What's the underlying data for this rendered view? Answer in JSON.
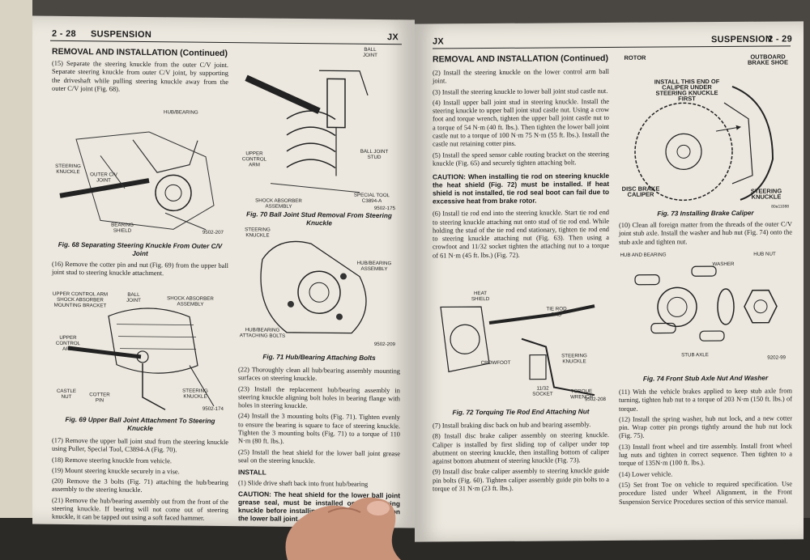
{
  "left_page": {
    "header_page": "2 - 28",
    "header_section": "SUSPENSION",
    "header_model": "JX",
    "section_title": "REMOVAL AND INSTALLATION (Continued)",
    "col1_paragraphs": [
      "(15) Separate the steering knuckle from the outer C/V joint. Separate steering knuckle from outer C/V joint, by supporting the driveshaft while pulling steering knuckle away from the outer C/V joint (Fig. 68).",
      "(16) Remove the cotter pin and nut (Fig. 69) from the upper ball joint stud to steering knuckle attachment.",
      "(17) Remove the upper ball joint stud from the steering knuckle using Puller, Special Tool, C3894-A (Fig. 70).",
      "(18) Remove steering knuckle from vehicle.",
      "(19) Mount steering knuckle securely in a vise.",
      "(20) Remove the 3 bolts (Fig. 71) attaching the hub/bearing assembly to the steering knuckle.",
      "(21) Remove the hub/bearing assembly out from the front of the steering knuckle. If bearing will not come out of steering knuckle, it can be tapped out using a soft faced hammer."
    ],
    "col2_paragraphs": [
      "(22) Thoroughly clean all hub/bearing assembly mounting surfaces on steering knuckle.",
      "(23) Install the replacement hub/bearing assembly in steering knuckle aligning bolt holes in bearing flange with holes in steering knuckle.",
      "(24) Install the 3 mounting bolts (Fig. 71). Tighten evenly to ensure the bearing is square to face of steering knuckle. Tighten the 3 mounting bolts (Fig. 71) to a torque of 110 N·m (80 ft. lbs.).",
      "(25) Install the heat shield for the lower ball joint grease seal on the steering knuckle."
    ],
    "install_heading": "INSTALL",
    "install_paragraph": "(1) Slide drive shaft back into front hub/bearing",
    "caution_partial": "CAUTION: The heat shield for the lower ball joint grease seal, must be installed on the steering knuckle before installing the steering knuckle on the lower ball joint.",
    "fig68": {
      "caption": "Fig. 68 Separating Steering Knuckle From Outer C/V Joint",
      "code": "9502-207",
      "labels": [
        "HUB/BEARING",
        "STEERING KNUCKLE",
        "OUTER C/V JOINT",
        "BEARING SHIELD"
      ]
    },
    "fig69": {
      "caption": "Fig. 69 Upper Ball Joint Attachment To Steering Knuckle",
      "code": "9502-174",
      "labels": [
        "UPPER CONTROL ARM SHOCK ABSORBER MOUNTING BRACKET",
        "BALL JOINT",
        "SHOCK ABSORBER ASSEMBLY",
        "UPPER CONTROL ARM",
        "CASTLE NUT",
        "COTTER PIN",
        "STEERING KNUCKLE"
      ]
    },
    "fig70": {
      "caption": "Fig. 70 Ball Joint Stud Removal From Steering Knuckle",
      "code": "9502-175",
      "labels": [
        "BALL JOINT",
        "UPPER CONTROL ARM",
        "BALL JOINT STUD",
        "SPECIAL TOOL C3894-A",
        "SHOCK ABSORBER ASSEMBLY"
      ]
    },
    "fig71": {
      "caption": "Fig. 71 Hub/Bearing Attaching Bolts",
      "code": "9502-209",
      "labels": [
        "STEERING KNUCKLE",
        "HUB/BEARING ASSEMBLY",
        "HUB/BEARING ATTACHING BOLTS"
      ]
    }
  },
  "right_page": {
    "header_model": "JX",
    "header_section": "SUSPENSION",
    "header_page": "2 - 29",
    "section_title": "REMOVAL AND INSTALLATION (Continued)",
    "col1_paragraphs_a": [
      "(2) Install the steering knuckle on the lower control arm ball joint.",
      "(3) Install the steering knuckle to lower ball joint stud castle nut.",
      "(4) Install upper ball joint stud in steering knuckle. Install the steering knuckle to upper ball joint stud castle nut. Using a crow foot and torque wrench, tighten the upper ball joint castle nut to a torque of 54 N·m (40 ft. lbs.). Then tighten the lower ball joint castle nut to a torque of 100 N·m 75 N·m (55 ft. lbs.). Install the castle nut retaining cotter pins.",
      "(5) Install the speed sensor cable routing bracket on the steering knuckle (Fig. 65) and securely tighten attaching bolt."
    ],
    "caution": "CAUTION: When installing tie rod on steering knuckle the heat shield (Fig. 72) must be installed. If heat shield is not installed, tie rod seal boot can fail due to excessive heat from brake rotor.",
    "col1_paragraphs_b": [
      "(6) Install tie rod end into the steering knuckle. Start tie rod end to steering knuckle attaching nut onto stud of tie rod end. While holding the stud of the tie rod end stationary, tighten tie rod end to steering knuckle attaching nut (Fig. 63). Then using a crowfoot and 11/32 socket tighten the attaching nut to a torque of 61 N·m (45 ft. lbs.) (Fig. 72)."
    ],
    "col1_paragraphs_c": [
      "(7) Install braking disc back on hub and bearing assembly.",
      "(8) Install disc brake caliper assembly on steering knuckle. Caliper is installed by first sliding top of caliper under top abutment on steering knuckle, then installing bottom of caliper against bottom abutment of steering knuckle (Fig. 73).",
      "(9) Install disc brake caliper assembly to steering knuckle guide pin bolts (Fig. 60). Tighten caliper assembly guide pin bolts to a torque of 31 N·m (23 ft. lbs.)."
    ],
    "col2_paragraphs_a": [
      "(10) Clean all foreign matter from the threads of the outer C/V joint stub axle. Install the washer and hub nut (Fig. 74) onto the stub axle and tighten nut."
    ],
    "col2_paragraphs_b": [
      "(11) With the vehicle brakes applied to keep stub axle from turning, tighten hub nut to a torque of 203 N·m (150 ft. lbs.) of torque.",
      "(12) Install the spring washer, hub nut lock, and a new cotter pin. Wrap cotter pin prongs tightly around the hub nut lock (Fig. 75).",
      "(13) Install front wheel and tire assembly. Install front wheel lug nuts and tighten in correct sequence. Then tighten to a torque of 135N·m (100 ft. lbs.).",
      "(14) Lower vehicle.",
      "(15) Set front Toe on vehicle to required specification. Use procedure listed under Wheel Alignment, in the Front Suspension Service Procedures section of this service manual."
    ],
    "fig72": {
      "caption": "Fig. 72 Torquing Tie Rod End Attaching Nut",
      "code": "9502-208",
      "labels": [
        "HEAT SHIELD",
        "TIE ROD END",
        "CROWFOOT",
        "STEERING KNUCKLE",
        "11/32 SOCKET",
        "TORQUE WRENCH"
      ]
    },
    "fig73": {
      "caption": "Fig. 73 Installing Brake Caliper",
      "code": "80a11088",
      "labels": [
        "ROTOR",
        "OUTBOARD BRAKE SHOE",
        "INSTALL THIS END OF CALIPER UNDER STEERING KNUCKLE FIRST",
        "DISC BRAKE CALIPER",
        "STEERING KNUCKLE"
      ]
    },
    "fig74": {
      "caption": "Fig. 74 Front Stub Axle Nut And Washer",
      "code": "9202-99",
      "labels": [
        "HUB AND BEARING",
        "WASHER",
        "HUB NUT",
        "STUB AXLE"
      ]
    }
  }
}
